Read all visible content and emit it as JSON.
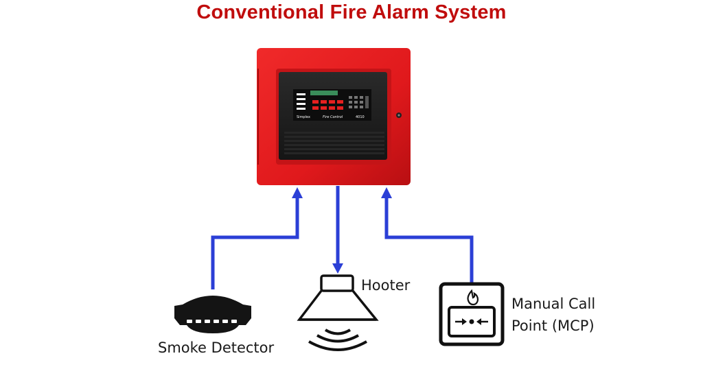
{
  "diagram": {
    "title": "Conventional Fire Alarm System",
    "panel": {
      "brand": "Simplex",
      "caption": "Fire Control",
      "model": "4010",
      "body_color": "#e0191c",
      "window_color": "#1e1e1e"
    },
    "connectors": {
      "color": "#2b3fd6",
      "directions": {
        "smoke_detector": "to-panel",
        "hooter": "from-panel",
        "manual_call_point": "to-panel"
      }
    },
    "devices": {
      "smoke_detector": {
        "label": "Smoke Detector",
        "icon": "smoke-detector-icon"
      },
      "hooter": {
        "label": "Hooter",
        "icon": "hooter-icon"
      },
      "manual_call_point": {
        "label_line1": "Manual Call",
        "label_line2": "Point (MCP)",
        "icon": "manual-call-point-icon"
      }
    }
  }
}
